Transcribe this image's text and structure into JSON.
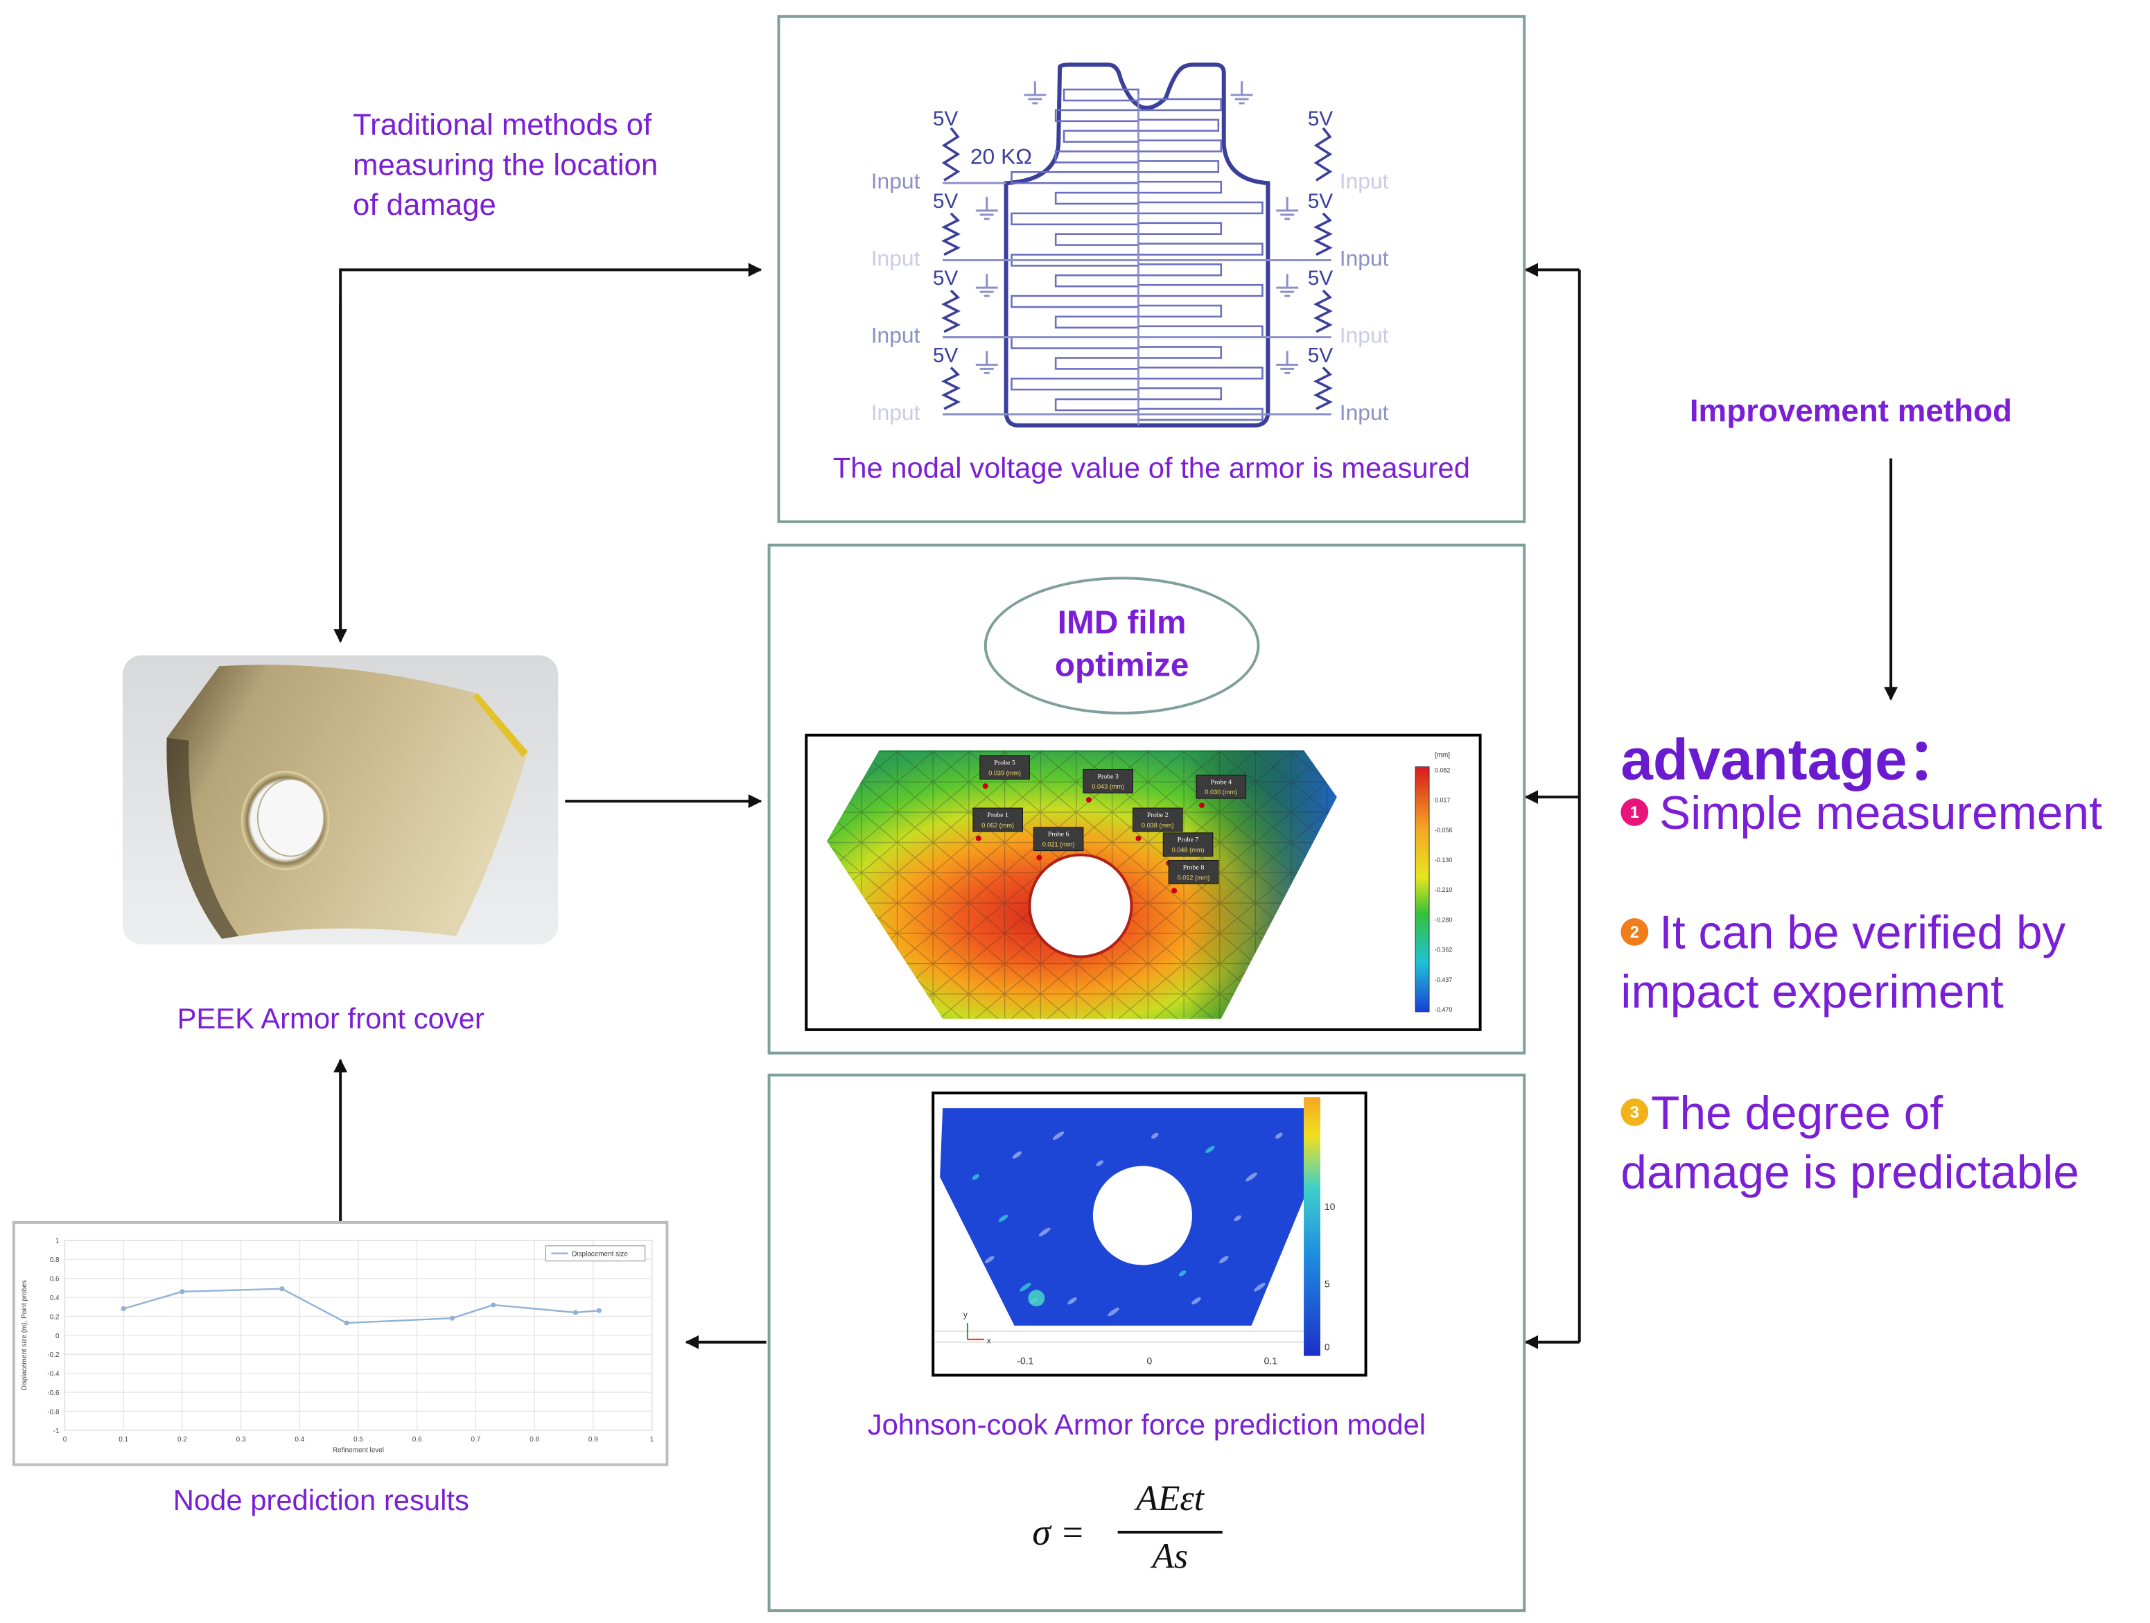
{
  "traditional": {
    "label": [
      "Traditional methods of",
      "measuring the location",
      "of damage"
    ]
  },
  "vest_panel": {
    "caption": "The nodal voltage value of the armor is measured",
    "resistor": "20 KΩ",
    "voltage": "5V",
    "input": "Input"
  },
  "imd_panel": {
    "title_line1": "IMD film",
    "title_line2": "optimize",
    "unit": "[mm]",
    "probes": [
      {
        "name": "Probe 5",
        "value": "0.039 (mm)"
      },
      {
        "name": "Probe 3",
        "value": "0.043 (mm)"
      },
      {
        "name": "Probe 4",
        "value": "0.030 (mm)"
      },
      {
        "name": "Probe 1",
        "value": "0.062 (mm)"
      },
      {
        "name": "Probe 2",
        "value": "0.038 (mm)"
      },
      {
        "name": "Probe 6",
        "value": "0.021 (mm)"
      },
      {
        "name": "Probe 7",
        "value": "0.048 (mm)"
      },
      {
        "name": "Probe 8",
        "value": "0.012 (mm)"
      }
    ],
    "colorbar_ticks": [
      "0.082",
      "0.017",
      "-0.056",
      "-0.130",
      "-0.210",
      "-0.280",
      "-0.362",
      "-0.437",
      "-0.470"
    ]
  },
  "jc_panel": {
    "caption": "Johnson-cook Armor force prediction model",
    "x_ticks": [
      "-0.1",
      "0",
      "0.1"
    ],
    "colorbar_ticks": [
      "10",
      "5",
      "0"
    ],
    "axis_y": "y",
    "axis_x": "x",
    "formula": {
      "lhs": "σ =",
      "numerator": "AEεt",
      "denominator": "As"
    }
  },
  "peek": {
    "caption": "PEEK Armor front cover"
  },
  "node_chart": {
    "caption": "Node prediction results"
  },
  "improvement": {
    "label": "Improvement method"
  },
  "advantage": {
    "title": "advantage：",
    "items": [
      {
        "num": "1",
        "color": "#e8147c",
        "lines": [
          "Simple measurement"
        ]
      },
      {
        "num": "2",
        "color": "#f07d1a",
        "lines": [
          "It can be verified by",
          "impact experiment"
        ]
      },
      {
        "num": "3",
        "color": "#f2b31a",
        "lines": [
          "The degree of",
          "damage is predictable"
        ]
      }
    ]
  },
  "chart_data": {
    "type": "line",
    "legend": "Displacement size",
    "xlabel": "Refinement level",
    "ylabel": "Displacement size (m), Point probes",
    "x_ticks": [
      "0",
      "0.1",
      "0.2",
      "0.3",
      "0.4",
      "0.5",
      "0.6",
      "0.7",
      "0.8",
      "0.9",
      "1"
    ],
    "y_ticks": [
      "1",
      "0.8",
      "0.6",
      "0.4",
      "0.2",
      "0",
      "-0.2",
      "-0.4",
      "-0.6",
      "-0.8",
      "-1"
    ],
    "xlim": [
      0,
      1
    ],
    "ylim": [
      -1,
      1
    ],
    "grid": true,
    "legend_position": "top-right",
    "series": [
      {
        "name": "Displacement size",
        "color": "#8fb2d6",
        "x": [
          0.1,
          0.2,
          0.37,
          0.48,
          0.66,
          0.73,
          0.87,
          0.91
        ],
        "y": [
          0.28,
          0.46,
          0.49,
          0.13,
          0.18,
          0.32,
          0.24,
          0.26
        ]
      }
    ]
  }
}
